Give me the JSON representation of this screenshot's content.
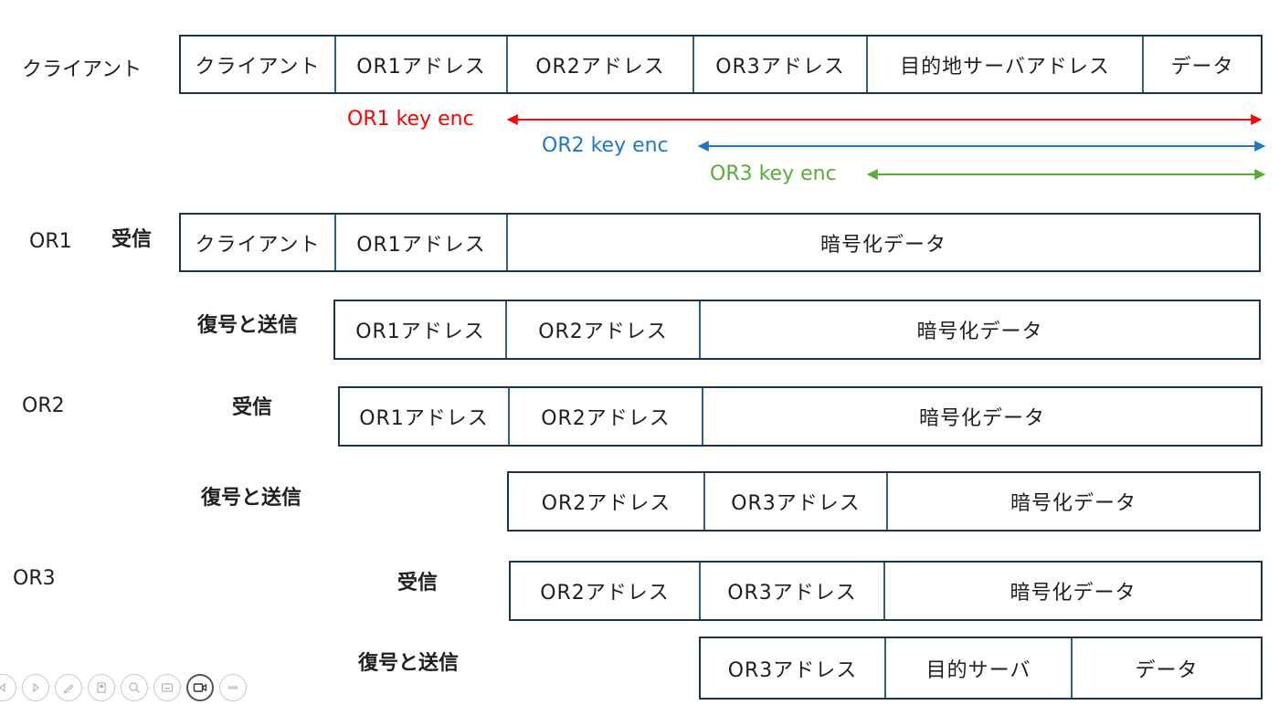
{
  "row_labels": {
    "client": "クライアント",
    "or1": "OR1",
    "or2": "OR2",
    "or3": "OR3"
  },
  "actions": {
    "or1_receive": "受信",
    "or1_decrypt_send": "復号と送信",
    "or2_receive": "受信",
    "or2_decrypt_send": "復号と送信",
    "or3_receive": "受信",
    "or3_decrypt_send": "復号と送信"
  },
  "packets": {
    "client": [
      "クライアント",
      "OR1アドレス",
      "OR2アドレス",
      "OR3アドレス",
      "目的地サーバアドレス",
      "データ"
    ],
    "or1_receive": [
      "クライアント",
      "OR1アドレス",
      "暗号化データ"
    ],
    "or1_send": [
      "OR1アドレス",
      "OR2アドレス",
      "暗号化データ"
    ],
    "or2_receive": [
      "OR1アドレス",
      "OR2アドレス",
      "暗号化データ"
    ],
    "or2_send": [
      "OR2アドレス",
      "OR3アドレス",
      "暗号化データ"
    ],
    "or3_receive": [
      "OR2アドレス",
      "OR3アドレス",
      "暗号化データ"
    ],
    "or3_send": [
      "OR3アドレス",
      "目的サーバ",
      "データ"
    ]
  },
  "encryption": [
    {
      "label": "OR1 key enc",
      "color": "#ff0000"
    },
    {
      "label": "OR2 key enc",
      "color": "#1f77c8"
    },
    {
      "label": "OR3 key enc",
      "color": "#5aab3a"
    }
  ],
  "toolbar_icons": [
    "prev-icon",
    "next-icon",
    "pen-icon",
    "slides-icon",
    "zoom-icon",
    "subtitle-icon",
    "camera-icon",
    "more-icon"
  ]
}
